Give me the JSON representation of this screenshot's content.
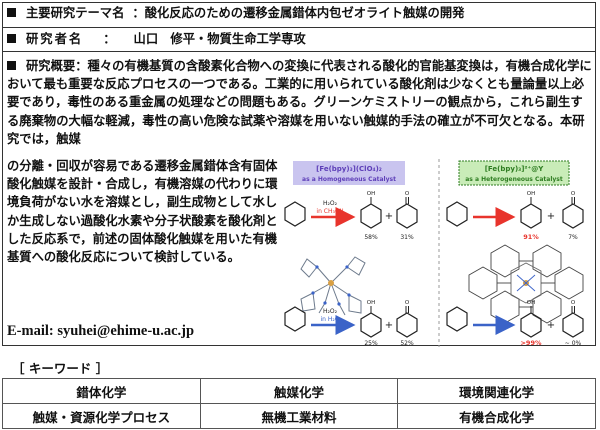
{
  "theme": {
    "label": "主要研究テーマ名",
    "sep": "：",
    "value": "酸化反応のための遷移金属錯体内包ゼオライト触媒の開発"
  },
  "researcher": {
    "label": "研究者名",
    "sep": "：",
    "value": "山口　修平・物質生命工学専攻"
  },
  "summary": {
    "label": "研究概要",
    "sep": "：",
    "lead": "種々の有機基質の含酸素化合物への変換に代表される酸化的官能基変換は，有機合成化学において最も重要な反応プロセスの一つである。工業的に用いられている酸化剤は少なくとも量論量以上必要であり，毒性のある重金属の処理などの問題もある。グリーンケミストリーの観点から，これら副生する廃棄物の大幅な軽減，毒性の高い危険な試薬や溶媒を用いない触媒的手法の確立が不可欠となる。本研究では，触媒",
    "rest": "の分離・回収が容易である遷移金属錯体含有固体酸化触媒を設計・合成し，有機溶媒の代わりに環境負荷がない水を溶媒とし，副生成物として水しか生成しない過酸化水素や分子状酸素を酸化剤とした反応系で，前述の固体酸化触媒を用いた有機基質への酸化反応について検討している。"
  },
  "email": "E-mail: syuhei@ehime-u.ac.jp",
  "scheme": {
    "homog_title": "[Fe(bpy)₃](ClO₄)₂",
    "homog_sub": "as a Homogeneous Catalyst",
    "hetero_title": "[Fe(bpy)₃]²⁺@Y",
    "hetero_sub": "as a Heterogeneous Catalyst",
    "oxidant_top": "H₂O₂",
    "solvent_top": "in CH₃CN",
    "oxidant_bottom": "H₂O₂",
    "solvent_bottom": "in H₂O",
    "plus": "+",
    "oh": "OH",
    "o": "O",
    "homog_top_yields": [
      "58%",
      "31%"
    ],
    "hetero_top_yields": [
      "91%",
      "7%"
    ],
    "homog_bottom_yields": [
      "25%",
      "52%"
    ],
    "hetero_bottom_yields": [
      ">99%",
      "~ 0%"
    ],
    "colors": {
      "homog_bg": "#c9c4ef",
      "homog_text": "#5e3fb8",
      "hetero_bg": "#c9ecb8",
      "hetero_text": "#2f7d22",
      "arrow_top": "#e8342c",
      "arrow_bottom": "#3b63c8",
      "highlight": "#e8342c"
    }
  },
  "keywords": {
    "title": "［ キーワード ］",
    "cells": [
      [
        "錯体化学",
        "触媒化学",
        "環境関連化学"
      ],
      [
        "触媒・資源化学プロセス",
        "無機工業材料",
        "有機合成化学"
      ]
    ]
  }
}
